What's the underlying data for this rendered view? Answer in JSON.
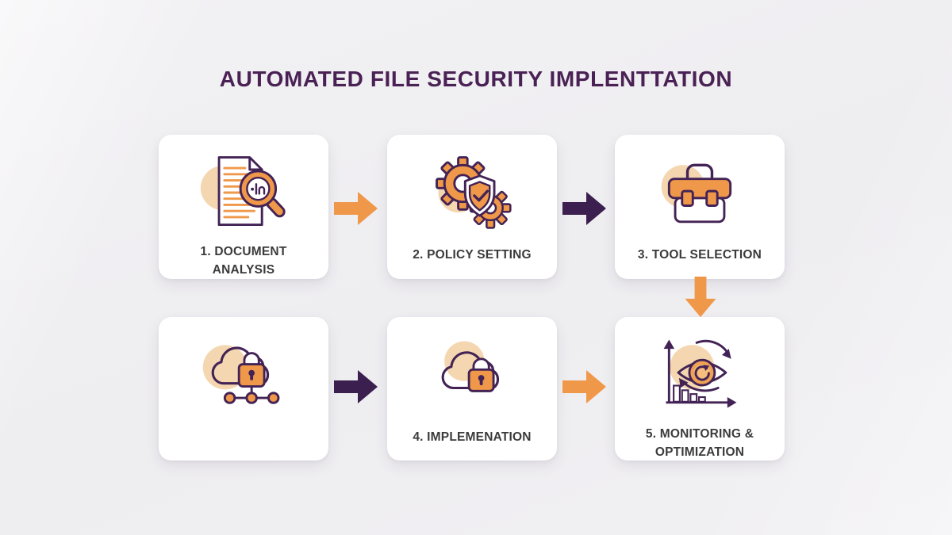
{
  "page": {
    "title": "AUTOMATED FILE SECURITY IMPLENTTATION"
  },
  "colors": {
    "background": "#efeef1",
    "card": "#ffffff",
    "title_purple": "#4a2154",
    "label_dark": "#3b3b3b",
    "accent_orange": "#f0984a",
    "accent_purple": "#3b1f4e",
    "icon_outline_purple": "#432355",
    "icon_blob_beige": "#f4d7b0"
  },
  "steps": [
    {
      "label": "1. DOCUMENT ANALYSIS",
      "icon": "document-magnifier-icon"
    },
    {
      "label": "2. POLICY SETTING",
      "icon": "gears-shield-icon"
    },
    {
      "label": "3. TOOL SELECTION",
      "icon": "toolbox-icon"
    },
    {
      "label": "",
      "icon": "cloud-lock-network-icon"
    },
    {
      "label": "4. IMPLEMENATION",
      "icon": "cloud-lock-icon"
    },
    {
      "label": "5. MONITORING & OPTIMIZATION",
      "icon": "eye-analytics-icon"
    }
  ],
  "arrows": [
    {
      "id": "arrow-step1-step2",
      "direction": "right",
      "color": "#f0984a"
    },
    {
      "id": "arrow-step2-step3",
      "direction": "right",
      "color": "#3b1f4e"
    },
    {
      "id": "arrow-step3-step5",
      "direction": "down",
      "color": "#f0984a"
    },
    {
      "id": "arrow-cloud-step4",
      "direction": "right",
      "color": "#3b1f4e"
    },
    {
      "id": "arrow-step4-step5",
      "direction": "right",
      "color": "#f0984a"
    }
  ]
}
